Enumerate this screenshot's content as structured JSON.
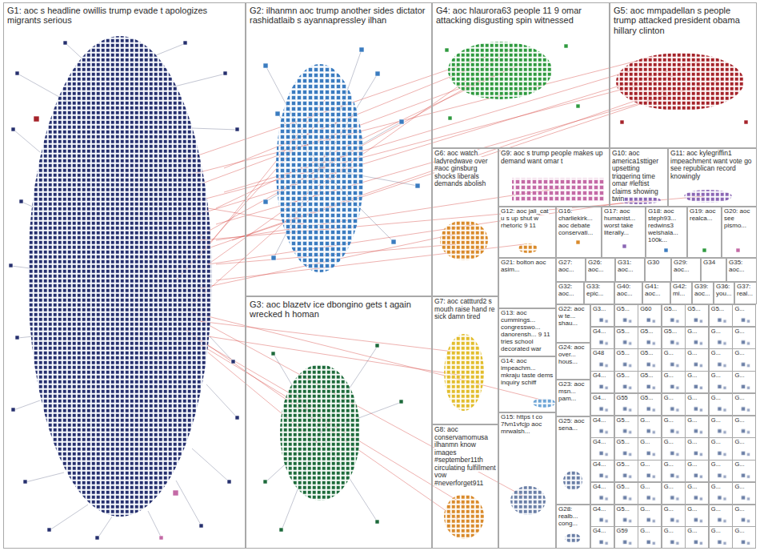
{
  "diagram": {
    "nodes": [
      {
        "text": [
          "G1: aoc s headline owillis trump evade t apologizes migrants serious"
        ]
      },
      {
        "text": [
          "G2: ilhanmn aoc trump another sides dictator rashidatlaib s ayannapressley ilhan"
        ]
      },
      {
        "text": [
          "G4: aoc hlaurora63 people 11 9 omar attacking disgusting spin witnessed"
        ]
      },
      {
        "text": [
          "G5: aoc mmpadellan s people trump attacked president obama hillary clinton"
        ]
      },
      {
        "text": [
          "G6: aoc watch ladyredwave over #aoc ginsburg shocks liberals demands abolish"
        ]
      },
      {
        "text": [
          "G9: aoc s trump people makes up demand want omar t"
        ]
      },
      {
        "text": [
          "G10: aoc america1sttiger upsetting triggering time omar #leftist claims showing twin"
        ]
      },
      {
        "text": [
          "G11: aoc kylegriffin1 impeachment want vote go see republican record knowingly"
        ]
      },
      {
        "text": [
          "G12: aoc jali_cat u s up shut w rhetoric 9 11"
        ]
      },
      {
        "text": [
          "G16: charliekirk... aoc debate conservati..."
        ]
      },
      {
        "text": [
          "G17: aoc humanist... worst take literally..."
        ]
      },
      {
        "text": [
          "G18: aoc steph93... redwins3 welshala... 100k..."
        ]
      },
      {
        "text": [
          "G19: aoc realca..."
        ]
      },
      {
        "text": [
          "G20: aoc see pismo..."
        ]
      },
      {
        "text": [
          "G21: bolton aoc asim..."
        ]
      },
      {
        "text": [
          "G27: aoc..."
        ]
      },
      {
        "text": [
          "G26: aoc..."
        ]
      },
      {
        "text": [
          "G31: aoc..."
        ]
      },
      {
        "text": [
          "G30"
        ]
      },
      {
        "text": [
          "G29: aoc..."
        ]
      },
      {
        "text": [
          "G34"
        ]
      },
      {
        "text": [
          "G35: aoc..."
        ]
      },
      {
        "text": [
          "G32: aoc..."
        ]
      },
      {
        "text": [
          "G33: epic..."
        ]
      },
      {
        "text": [
          "G40: aoc..."
        ]
      },
      {
        "text": [
          "G41: aoc..."
        ]
      },
      {
        "text": [
          "G42: mi..."
        ]
      },
      {
        "text": [
          "G39: aoc..."
        ]
      },
      {
        "text": [
          "G36: you..."
        ]
      },
      {
        "text": [
          "G37: real..."
        ]
      },
      {
        "text": [
          "G3: aoc blazetv ice dbongino gets t again wrecked h homan"
        ]
      },
      {
        "text": [
          "G7: aoc cattturd2 s mouth raise hand re sick damn tired"
        ]
      },
      {
        "text": [
          "G13: aoc cummings... congresswo... danorensh... 9 11 tries school decorated war"
        ]
      },
      {
        "text": [
          "G22: aoc w te... shau..."
        ]
      },
      {
        "text": [
          "G14: aoc impeachm... mkraju taste dems inquiry schiff"
        ]
      },
      {
        "text": [
          "G24: aoc over... hous..."
        ]
      },
      {
        "text": [
          "G23: aoc msn... pam..."
        ]
      },
      {
        "text": [
          "G8: aoc conservamomusa ilhanmn know images #september11th circulating fulfillment vow #neverforget911"
        ]
      },
      {
        "text": [
          "G15: https t co 7fvn1vfcjp aoc mrwalsh..."
        ]
      },
      {
        "text": [
          "G25: aoc sena..."
        ]
      },
      {
        "text": [
          "G28: realb... cong..."
        ]
      },
      {
        "text": [
          "G3..."
        ]
      },
      {
        "text": [
          "G5..."
        ]
      },
      {
        "text": [
          "G60"
        ]
      },
      {
        "text": [
          "G5..."
        ]
      },
      {
        "text": [
          "G5..."
        ]
      },
      {
        "text": [
          "G5..."
        ]
      },
      {
        "text": [
          "G..."
        ]
      },
      {
        "text": [
          "G4..."
        ]
      },
      {
        "text": [
          "G5..."
        ]
      },
      {
        "text": [
          "G5..."
        ]
      },
      {
        "text": [
          "G5..."
        ]
      },
      {
        "text": [
          "G..."
        ]
      },
      {
        "text": [
          "G..."
        ]
      },
      {
        "text": [
          "G..."
        ]
      },
      {
        "text": [
          "G48"
        ]
      },
      {
        "text": [
          "G5..."
        ]
      },
      {
        "text": [
          "G5..."
        ]
      },
      {
        "text": [
          "G..."
        ]
      },
      {
        "text": [
          "G..."
        ]
      },
      {
        "text": [
          "G..."
        ]
      },
      {
        "text": [
          "G..."
        ]
      },
      {
        "text": [
          "G4..."
        ]
      },
      {
        "text": [
          "G5..."
        ]
      },
      {
        "text": [
          "G5..."
        ]
      },
      {
        "text": [
          "G..."
        ]
      },
      {
        "text": [
          "G..."
        ]
      },
      {
        "text": [
          "G..."
        ]
      },
      {
        "text": [
          "G..."
        ]
      },
      {
        "text": [
          "G4..."
        ]
      },
      {
        "text": [
          "G55"
        ]
      },
      {
        "text": [
          "G5..."
        ]
      },
      {
        "text": [
          "G..."
        ]
      },
      {
        "text": [
          "G..."
        ]
      },
      {
        "text": [
          "G..."
        ]
      },
      {
        "text": [
          "G..."
        ]
      },
      {
        "text": [
          "G4..."
        ]
      },
      {
        "text": [
          "G5..."
        ]
      },
      {
        "text": [
          "G..."
        ]
      },
      {
        "text": [
          "G..."
        ]
      },
      {
        "text": [
          "G..."
        ]
      },
      {
        "text": [
          "G..."
        ]
      },
      {
        "text": [
          "G..."
        ]
      },
      {
        "text": [
          "G4..."
        ]
      },
      {
        "text": [
          "G5..."
        ]
      },
      {
        "text": [
          "G..."
        ]
      },
      {
        "text": [
          "G..."
        ]
      },
      {
        "text": [
          "G..."
        ]
      },
      {
        "text": [
          "G..."
        ]
      },
      {
        "text": [
          "G..."
        ]
      },
      {
        "text": [
          "G4..."
        ]
      },
      {
        "text": [
          "G5..."
        ]
      },
      {
        "text": [
          "G..."
        ]
      },
      {
        "text": [
          "G..."
        ]
      },
      {
        "text": [
          "G..."
        ]
      },
      {
        "text": [
          "G..."
        ]
      },
      {
        "text": [
          "G..."
        ]
      },
      {
        "text": [
          "G4..."
        ]
      },
      {
        "text": [
          "G5..."
        ]
      },
      {
        "text": [
          "G..."
        ]
      },
      {
        "text": [
          "G..."
        ]
      },
      {
        "text": [
          "G..."
        ]
      },
      {
        "text": [
          "G..."
        ]
      },
      {
        "text": [
          "G..."
        ]
      },
      {
        "text": [
          "G4..."
        ]
      },
      {
        "text": [
          "G5..."
        ]
      },
      {
        "text": [
          "G..."
        ]
      },
      {
        "text": [
          "G..."
        ]
      },
      {
        "text": [
          "G..."
        ]
      },
      {
        "text": [
          "G..."
        ]
      },
      {
        "text": [
          "G..."
        ]
      },
      {
        "text": [
          "G4..."
        ]
      },
      {
        "text": [
          "G59"
        ]
      },
      {
        "text": [
          "G..."
        ]
      },
      {
        "text": [
          "G..."
        ]
      },
      {
        "text": [
          "G..."
        ]
      },
      {
        "text": [
          "G..."
        ]
      },
      {
        "text": [
          "G..."
        ]
      }
    ]
  }
}
